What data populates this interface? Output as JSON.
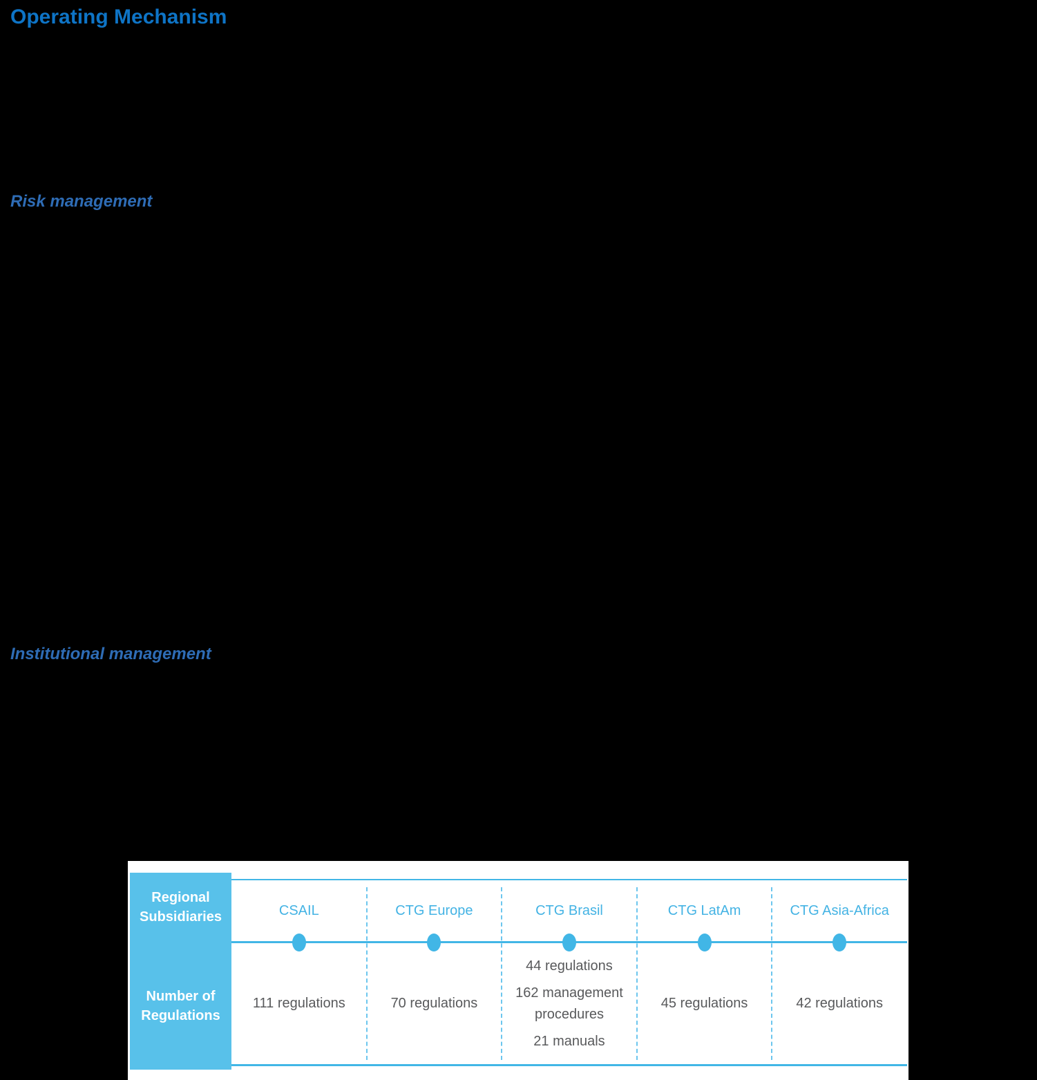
{
  "page": {
    "title": "Operating Mechanism",
    "section_headings": [
      "Risk management",
      "Institutional management"
    ]
  },
  "colors": {
    "title_blue": "#0E74C6",
    "heading_blue": "#2E6CB5",
    "accent_blue": "#41B6E6",
    "box_blue": "#58C1EA",
    "value_gray": "#58595B"
  },
  "table": {
    "row_headers": [
      "Regional Subsidiaries",
      "Number of Regulations"
    ],
    "columns": [
      {
        "name": "CSAIL",
        "values": [
          "111 regulations"
        ]
      },
      {
        "name": "CTG Europe",
        "values": [
          "70 regulations"
        ]
      },
      {
        "name": "CTG Brasil",
        "values": [
          "44 regulations",
          "162 management procedures",
          "21 manuals"
        ]
      },
      {
        "name": "CTG LatAm",
        "values": [
          "45 regulations"
        ]
      },
      {
        "name": "CTG Asia-Africa",
        "values": [
          "42 regulations"
        ]
      }
    ]
  }
}
